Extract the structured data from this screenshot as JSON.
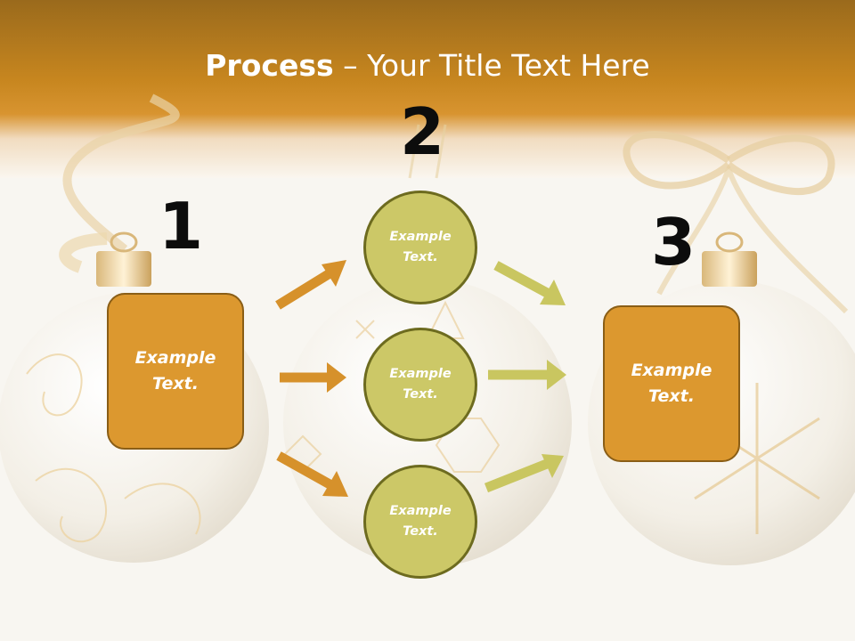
{
  "title": {
    "bold": "Process",
    "rest": " – Your Title Text Here"
  },
  "steps": [
    {
      "number": "1",
      "label": "Example\nText."
    },
    {
      "number": "2",
      "items": [
        "Example\nText.",
        "Example\nText.",
        "Example\nText."
      ]
    },
    {
      "number": "3",
      "label": "Example\nText."
    }
  ],
  "colors": {
    "header": "#c7861f",
    "box_fill": "#dc982f",
    "circle_fill": "#ccc867",
    "arrow_orange": "#d6912b",
    "arrow_green": "#c9c660",
    "number_text": "#0c0c0c"
  }
}
